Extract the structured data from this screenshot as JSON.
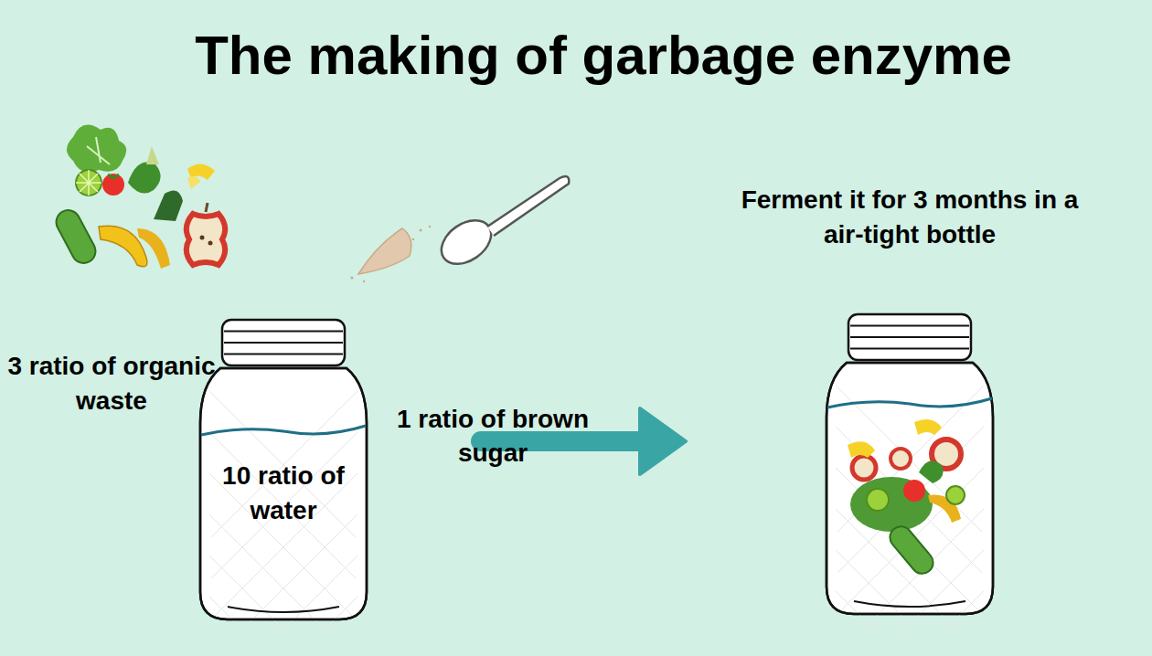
{
  "diagram": {
    "title": "The making of garbage enzyme",
    "nodes": [
      {
        "text": [
          "10 ratio of water"
        ]
      },
      {
        "text": [
          "Ferment it for 3 months in a air-tight bottle"
        ]
      }
    ],
    "edges": [
      {
        "from": 0,
        "to": 1,
        "arrow": "to"
      }
    ],
    "labels": [
      "3 ratio of organic waste",
      "1 ratio of brown sugar"
    ]
  }
}
